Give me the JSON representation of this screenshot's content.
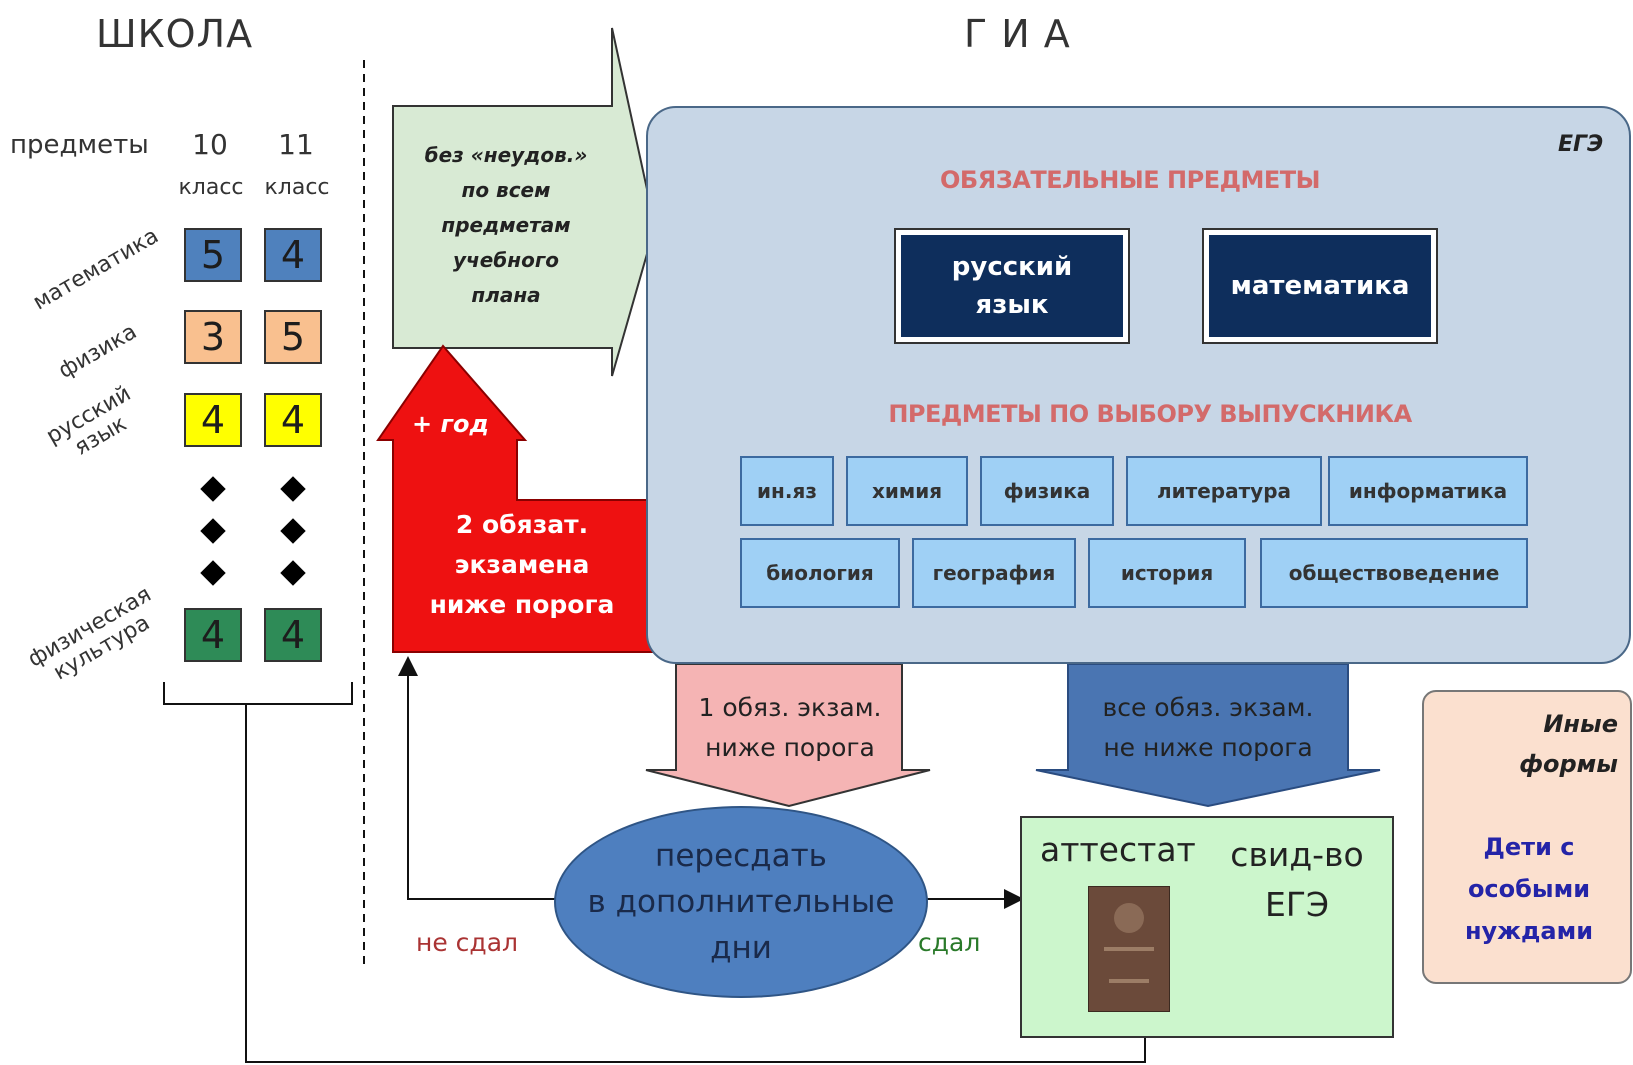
{
  "headers": {
    "school": "ШКОЛА",
    "gia": "Г И А"
  },
  "school": {
    "subjects_label": "предметы",
    "grade_columns": [
      {
        "number": "10",
        "label": "класс"
      },
      {
        "number": "11",
        "label": "класс"
      }
    ],
    "rows": [
      {
        "subject": "математика",
        "g10": "5",
        "g11": "4",
        "color": "#4f81bd"
      },
      {
        "subject": "физика",
        "g10": "3",
        "g11": "5",
        "color": "#f9c08f"
      },
      {
        "subject_line1": "русский",
        "subject_line2": "язык",
        "g10": "4",
        "g11": "4",
        "color": "#ffff00"
      },
      {
        "subject_line1": "физическая",
        "subject_line2": "культура",
        "g10": "4",
        "g11": "4",
        "color": "#2e8b57"
      }
    ]
  },
  "admission": {
    "lines": [
      "без «неудов.»",
      "по всем",
      "предметам",
      "учебного",
      "плана"
    ]
  },
  "retry": {
    "plus_year": "+ год",
    "lines": [
      "2 обязат.",
      "экзамена",
      "ниже порога"
    ]
  },
  "ege": {
    "label": "ЕГЭ",
    "required_title": "ОБЯЗАТЕЛЬНЫЕ ПРЕДМЕТЫ",
    "required": [
      {
        "line1": "русский",
        "line2": "язык"
      },
      {
        "line1": "математика"
      }
    ],
    "elective_title": "ПРЕДМЕТЫ ПО ВЫБОРУ ВЫПУСКНИКА",
    "electives_row1": [
      "ин.яз",
      "химия",
      "физика",
      "литература",
      "информатика"
    ],
    "electives_row2": [
      "биология",
      "география",
      "история",
      "обществоведение"
    ]
  },
  "outcomes": {
    "one_below": [
      "1 обяз. экзам.",
      "ниже порога"
    ],
    "all_pass": [
      "все обяз. экзам.",
      "не ниже порога"
    ],
    "retake": [
      "пересдать",
      "в дополнительные",
      "дни"
    ],
    "failed": "не сдал",
    "passed": "сдал",
    "certificate": "аттестат",
    "ege_cert_line1": "свид-во",
    "ege_cert_line2": "ЕГЭ"
  },
  "other_forms": {
    "title_line1": "Иные",
    "title_line2": "формы",
    "text": [
      "Дети с",
      "особыми",
      "нуждами"
    ]
  },
  "colors": {
    "admission_fill": "#d8ead4",
    "red_arrow": "#ee1111",
    "pink_arrow": "#f5b4b4",
    "blue_arrow": "#4a75b2",
    "ege_panel": "#c7d6e6"
  }
}
